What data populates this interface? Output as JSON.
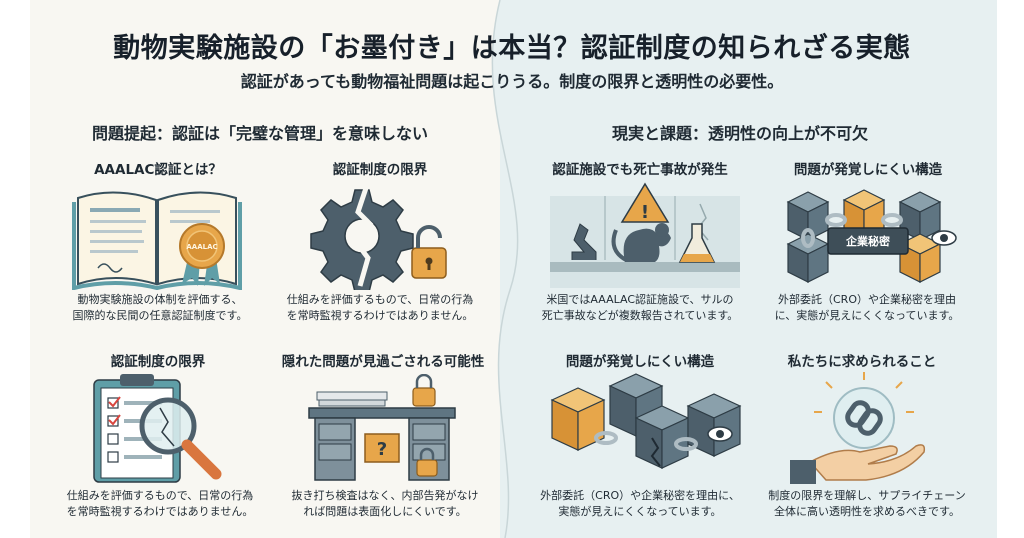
{
  "header": {
    "title": "動物実験施設の「お墨付き」は本当？認証制度の知られざる実態",
    "subtitle": "認証があっても動物福祉問題は起こりうる。制度の限界と透明性の必要性。"
  },
  "left": {
    "heading": "問題提起：認証は「完璧な管理」を意味しない",
    "cards": [
      {
        "title": "AAALAC認証とは？",
        "text_1": "動物実験施設の体制を評価する、",
        "text_2": "国際的な民間の任意認証制度です。",
        "seal_text": "AAALAC"
      },
      {
        "title": "認証制度の限界",
        "text_1": "仕組みを評価するもので、日常の行為",
        "text_2": "を常時監視するわけではありません。"
      },
      {
        "title": "認証制度の限界",
        "text_1": "仕組みを評価するもので、日常の行為",
        "text_2": "を常時監視するわけではありません。"
      },
      {
        "title": "隠れた問題が見過ごされる可能性",
        "text_1": "抜き打ち検査はなく、内部告発がなけ",
        "text_2": "れば問題は表面化しにくいです。",
        "box_mark": "?"
      }
    ]
  },
  "right": {
    "heading": "現実と課題：透明性の向上が不可欠",
    "cards": [
      {
        "title": "認証施設でも死亡事故が発生",
        "text_1": "米国ではAAALAC認証施設で、サルの",
        "text_2": "死亡事故などが複数報告されています。",
        "warning_mark": "!"
      },
      {
        "title": "問題が発覚しにくい構造",
        "text_1": "外部委託（CRO）や企業秘密を理由",
        "text_2": "に、実態が見えにくくなっています。",
        "label": "企業秘密"
      },
      {
        "title": "問題が発覚しにくい構造",
        "text_1": "外部委託（CRO）や企業秘密を理由に、",
        "text_2": "実態が見えにくくなっています。"
      },
      {
        "title": "私たちに求められること",
        "text_1": "制度の限界を理解し、サプライチェーン",
        "text_2": "全体に高い透明性を求めるべきです。"
      }
    ]
  },
  "colors": {
    "teal": "#5f9ea7",
    "dark_slate": "#4d5f6b",
    "amber": "#e7a64a",
    "accent_orange": "#d9763f"
  }
}
